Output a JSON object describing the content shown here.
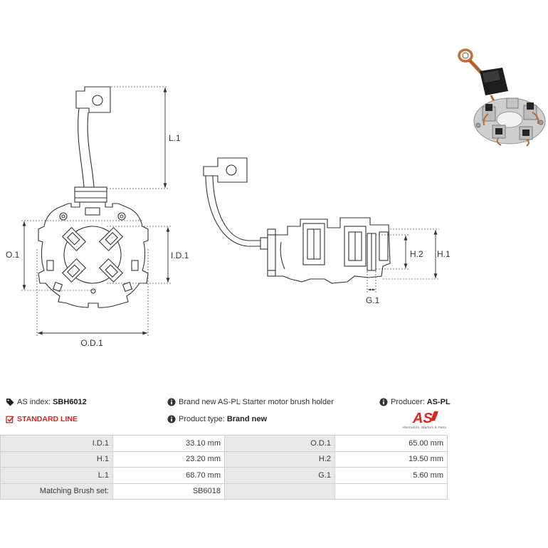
{
  "drawing": {
    "front_view": {
      "l1": "L.1",
      "o1": "O.1",
      "id1": "I.D.1",
      "od1": "O.D.1"
    },
    "side_view": {
      "h2": "H.2",
      "h1": "H.1",
      "g1": "G.1"
    }
  },
  "photo": {
    "icon": "brush-holder-photo-icon"
  },
  "info": {
    "as_index": {
      "icon": "tag-icon",
      "label": "AS index:",
      "value": "SBH6012"
    },
    "description": {
      "icon": "info-icon",
      "text": "Brand new AS-PL Starter motor brush holder"
    },
    "producer": {
      "icon": "info-icon",
      "label": "Producer:",
      "value": "AS-PL"
    },
    "standard_line": {
      "icon": "checkbox-icon",
      "text": "STANDARD LINE"
    },
    "product_type": {
      "icon": "info-icon",
      "label": "Product type:",
      "value": "Brand new"
    }
  },
  "logo": {
    "mark": "AS",
    "tagline": "Alternators, Starters & Parts"
  },
  "specs": {
    "rows": [
      {
        "label_1": "I.D.1",
        "value_1": "33.10 mm",
        "label_2": "O.D.1",
        "value_2": "65.00 mm"
      },
      {
        "label_1": "H.1",
        "value_1": "23.20 mm",
        "label_2": "H.2",
        "value_2": "19.50 mm"
      },
      {
        "label_1": "L.1",
        "value_1": "68.70 mm",
        "label_2": "G.1",
        "value_2": "5.60 mm"
      },
      {
        "label_1": "Matching Brush set:",
        "value_1": "SB6018"
      }
    ]
  },
  "colors": {
    "accent": "#e2231a",
    "label_cell_bg": "#e8e8e8",
    "border": "#cfcfcf",
    "text": "#333333"
  }
}
